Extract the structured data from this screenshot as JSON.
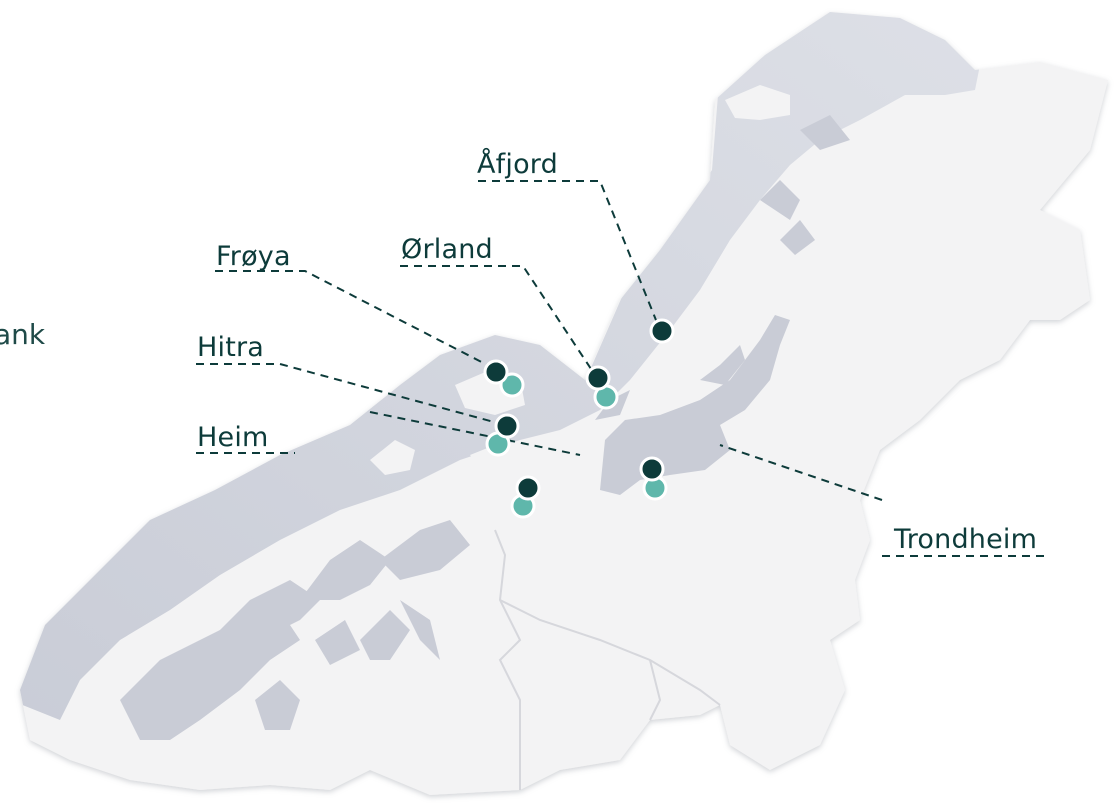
{
  "edge_text": "ank",
  "places": {
    "afjord": "Åfjord",
    "froya": "Frøya",
    "orland": "Ørland",
    "hitra": "Hitra",
    "heim": "Heim",
    "trondheim": "Trondheim"
  },
  "colors": {
    "label": "#0d3b3a",
    "pin_dark": "#0d3b3a",
    "pin_teal": "#5fb7ab",
    "land": "#f3f3f4",
    "water": "#c9ccd6"
  }
}
